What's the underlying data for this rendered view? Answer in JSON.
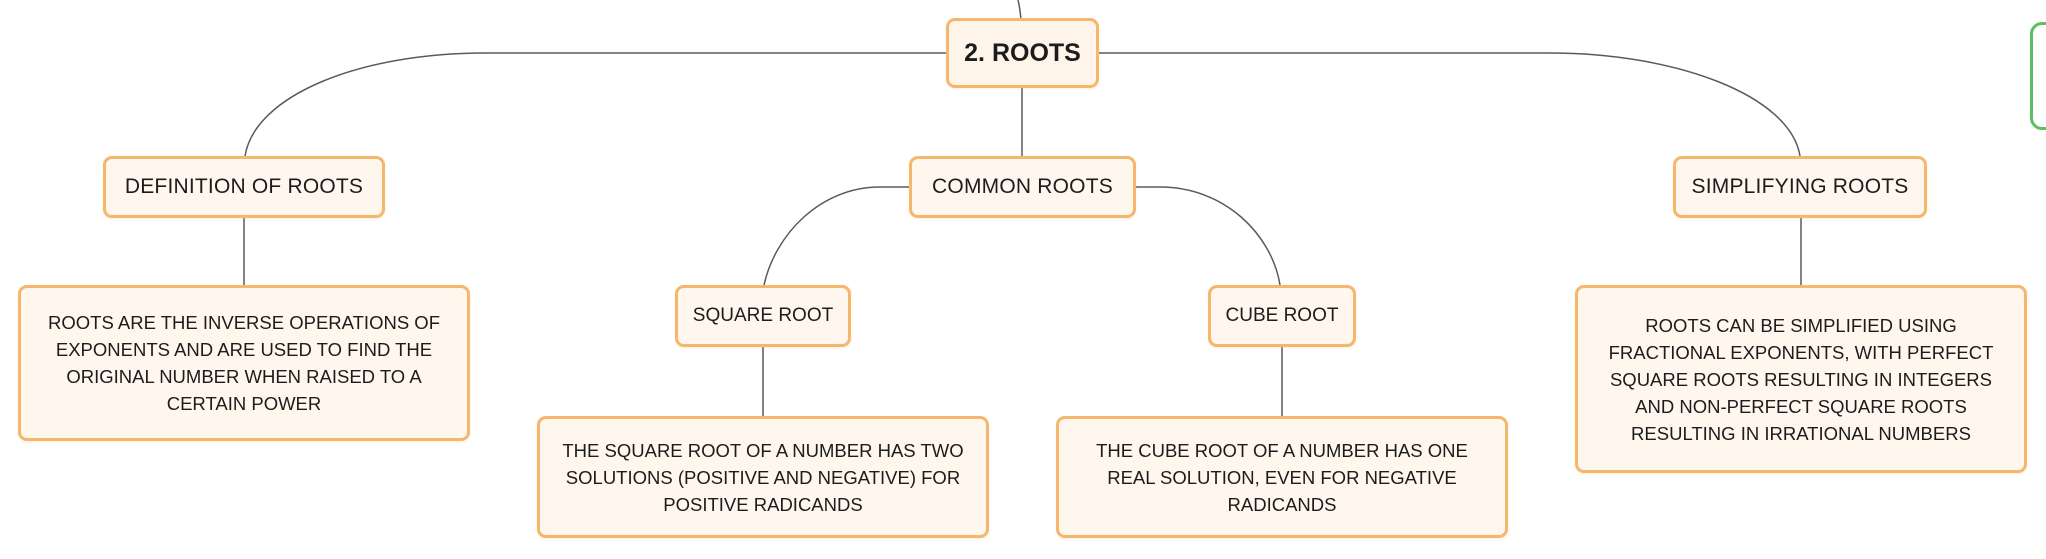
{
  "diagram": {
    "root": {
      "label": "2. ROOTS"
    },
    "definition": {
      "label": "DEFINITION OF ROOTS",
      "detail": "ROOTS ARE THE INVERSE OPERATIONS OF EXPONENTS AND ARE USED TO FIND THE ORIGINAL NUMBER WHEN RAISED TO A CERTAIN POWER"
    },
    "common": {
      "label": "COMMON ROOTS",
      "square": {
        "label": "SQUARE ROOT",
        "detail": "THE SQUARE ROOT OF A NUMBER HAS TWO SOLUTIONS (POSITIVE AND NEGATIVE) FOR POSITIVE RADICANDS"
      },
      "cube": {
        "label": "CUBE ROOT",
        "detail": "THE CUBE ROOT OF A NUMBER HAS ONE REAL SOLUTION, EVEN FOR NEGATIVE RADICANDS"
      }
    },
    "simplifying": {
      "label": "SIMPLIFYING ROOTS",
      "detail": "ROOTS CAN BE SIMPLIFIED USING FRACTIONAL EXPONENTS, WITH PERFECT SQUARE ROOTS RESULTING IN INTEGERS AND NON-PERFECT SQUARE ROOTS RESULTING IN IRRATIONAL NUMBERS"
    }
  },
  "colors": {
    "node_border": "#f5b66e",
    "node_fill": "#fff6ee",
    "connector": "#5a5a5a",
    "adjacent_frame": "#5bbf5e"
  }
}
